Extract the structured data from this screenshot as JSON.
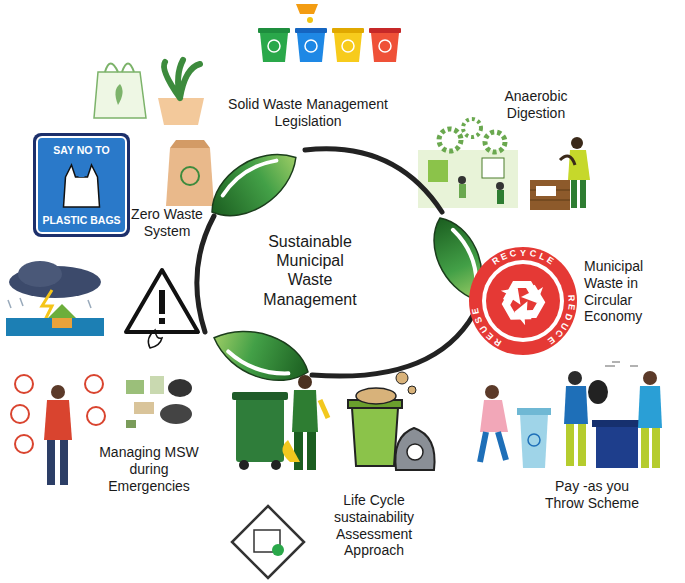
{
  "diagram": {
    "nodes": [
      {
        "text": [
          "SAY NO TO",
          "PLASTIC BAGS"
        ]
      },
      {
        "text": [
          "RECYCLE",
          "REDUCE",
          "REUSE"
        ]
      }
    ],
    "labels": [
      "Solid Waste Management Legislation",
      "Anaerobic Digestion",
      "Zero Waste System",
      "Sustainable Municipal Waste Management",
      "Municipal Waste in Circular Economy",
      "Managing MSW during Emergencies",
      "Pay -as you Throw Scheme",
      "Life Cycle sustainability Assessment Approach"
    ]
  }
}
